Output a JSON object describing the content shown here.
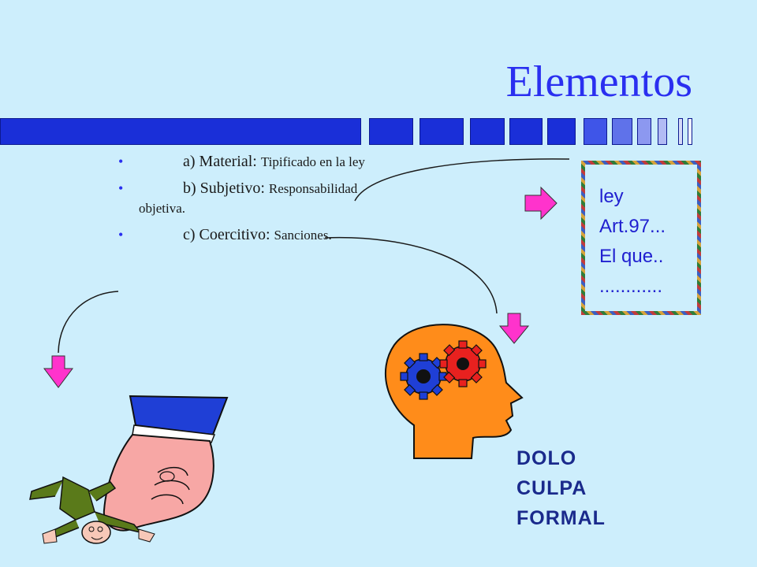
{
  "slide": {
    "title": "Elementos",
    "bullets": [
      {
        "main": "a) Material: ",
        "sub": "Tipificado en la ley"
      },
      {
        "main": "b) Subjetivo: ",
        "sub": "Responsabilidad objetiva."
      },
      {
        "main": "c) Coercitivo: ",
        "sub": "Sanciones."
      }
    ],
    "law_box": [
      "ley",
      "Art.97...",
      "El que..",
      "............"
    ],
    "kinds": [
      "DOLO",
      "CULPA",
      "FORMAL"
    ]
  },
  "colors": {
    "background": "#cdeefc",
    "title": "#2a2ff0",
    "arrow": "#ff33cc",
    "head": "#ff8c1a"
  }
}
